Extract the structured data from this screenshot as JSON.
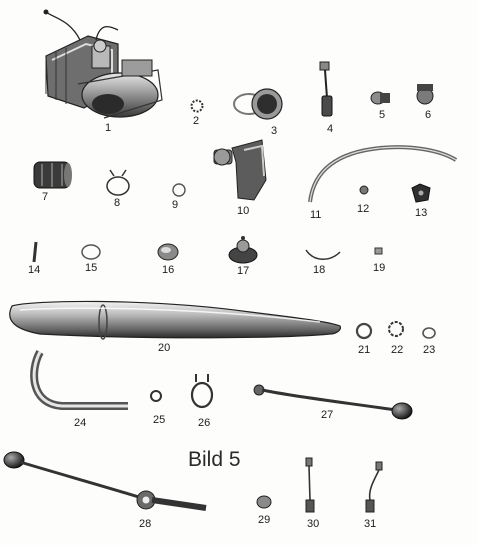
{
  "figure": {
    "caption": "Bild 5",
    "parts": [
      {
        "number": "1"
      },
      {
        "number": "2"
      },
      {
        "number": "3"
      },
      {
        "number": "4"
      },
      {
        "number": "5"
      },
      {
        "number": "6"
      },
      {
        "number": "7"
      },
      {
        "number": "8"
      },
      {
        "number": "9"
      },
      {
        "number": "10"
      },
      {
        "number": "11"
      },
      {
        "number": "12"
      },
      {
        "number": "13"
      },
      {
        "number": "14"
      },
      {
        "number": "15"
      },
      {
        "number": "16"
      },
      {
        "number": "17"
      },
      {
        "number": "18"
      },
      {
        "number": "19"
      },
      {
        "number": "20"
      },
      {
        "number": "21"
      },
      {
        "number": "22"
      },
      {
        "number": "23"
      },
      {
        "number": "24"
      },
      {
        "number": "25"
      },
      {
        "number": "26"
      },
      {
        "number": "27"
      },
      {
        "number": "28"
      },
      {
        "number": "29"
      },
      {
        "number": "30"
      },
      {
        "number": "31"
      }
    ]
  }
}
